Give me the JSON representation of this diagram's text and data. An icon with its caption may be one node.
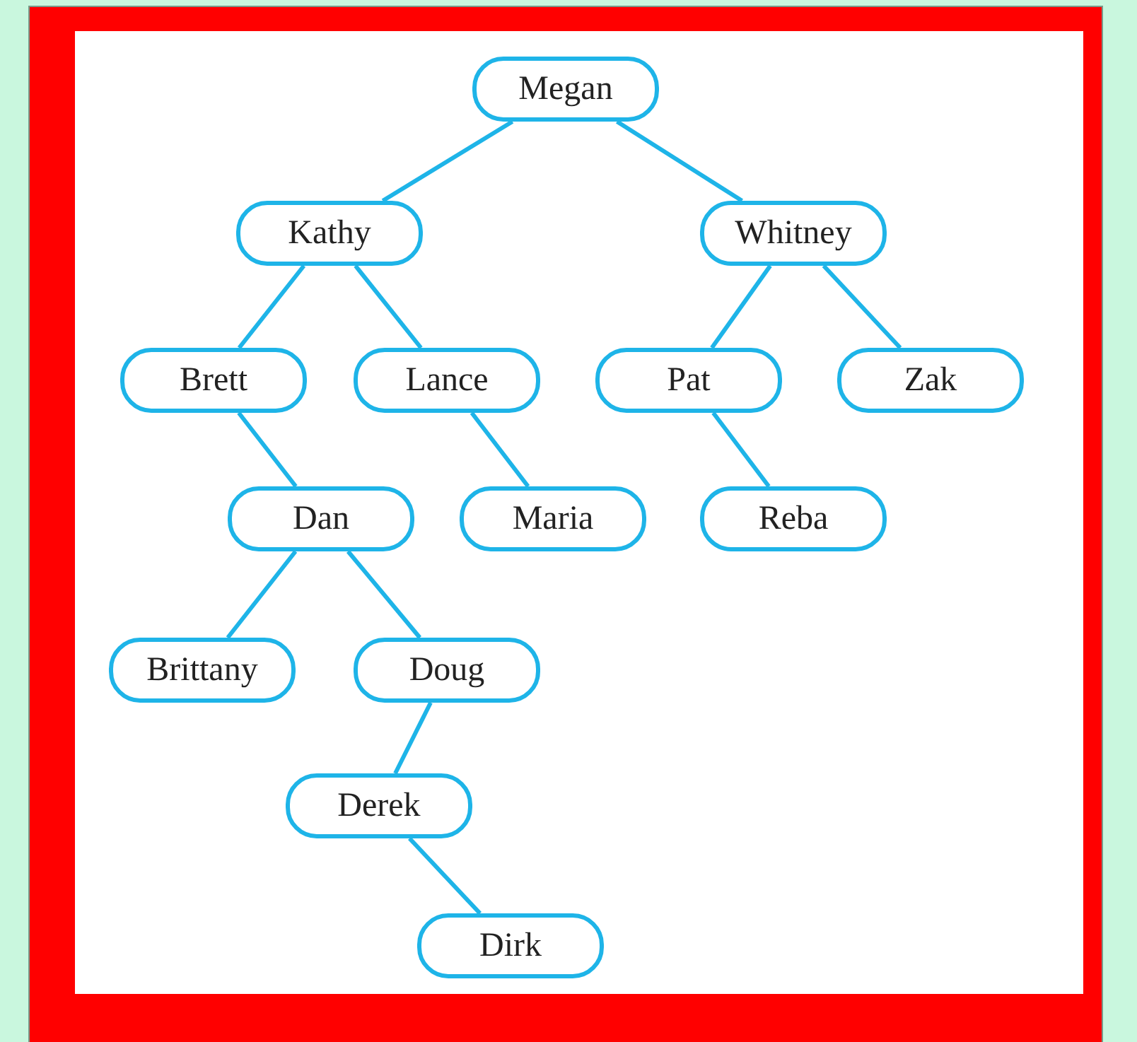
{
  "diagram": {
    "nodes": [
      {
        "text": [
          "Megan"
        ]
      },
      {
        "text": [
          "Kathy"
        ]
      },
      {
        "text": [
          "Whitney"
        ]
      },
      {
        "text": [
          "Brett"
        ]
      },
      {
        "text": [
          "Lance"
        ]
      },
      {
        "text": [
          "Pat"
        ]
      },
      {
        "text": [
          "Zak"
        ]
      },
      {
        "text": [
          "Dan"
        ]
      },
      {
        "text": [
          "Maria"
        ]
      },
      {
        "text": [
          "Reba"
        ]
      },
      {
        "text": [
          "Brittany"
        ]
      },
      {
        "text": [
          "Doug"
        ]
      },
      {
        "text": [
          "Derek"
        ]
      },
      {
        "text": [
          "Dirk"
        ]
      }
    ],
    "edges": [
      {
        "from": 0,
        "to": 1,
        "arrow": "none"
      },
      {
        "from": 0,
        "to": 2,
        "arrow": "none"
      },
      {
        "from": 1,
        "to": 3,
        "arrow": "none"
      },
      {
        "from": 1,
        "to": 4,
        "arrow": "none"
      },
      {
        "from": 2,
        "to": 5,
        "arrow": "none"
      },
      {
        "from": 2,
        "to": 6,
        "arrow": "none"
      },
      {
        "from": 3,
        "to": 7,
        "arrow": "none"
      },
      {
        "from": 4,
        "to": 8,
        "arrow": "none"
      },
      {
        "from": 5,
        "to": 9,
        "arrow": "none"
      },
      {
        "from": 7,
        "to": 10,
        "arrow": "none"
      },
      {
        "from": 7,
        "to": 11,
        "arrow": "none"
      },
      {
        "from": 11,
        "to": 12,
        "arrow": "none"
      },
      {
        "from": 12,
        "to": 13,
        "arrow": "none"
      }
    ]
  }
}
